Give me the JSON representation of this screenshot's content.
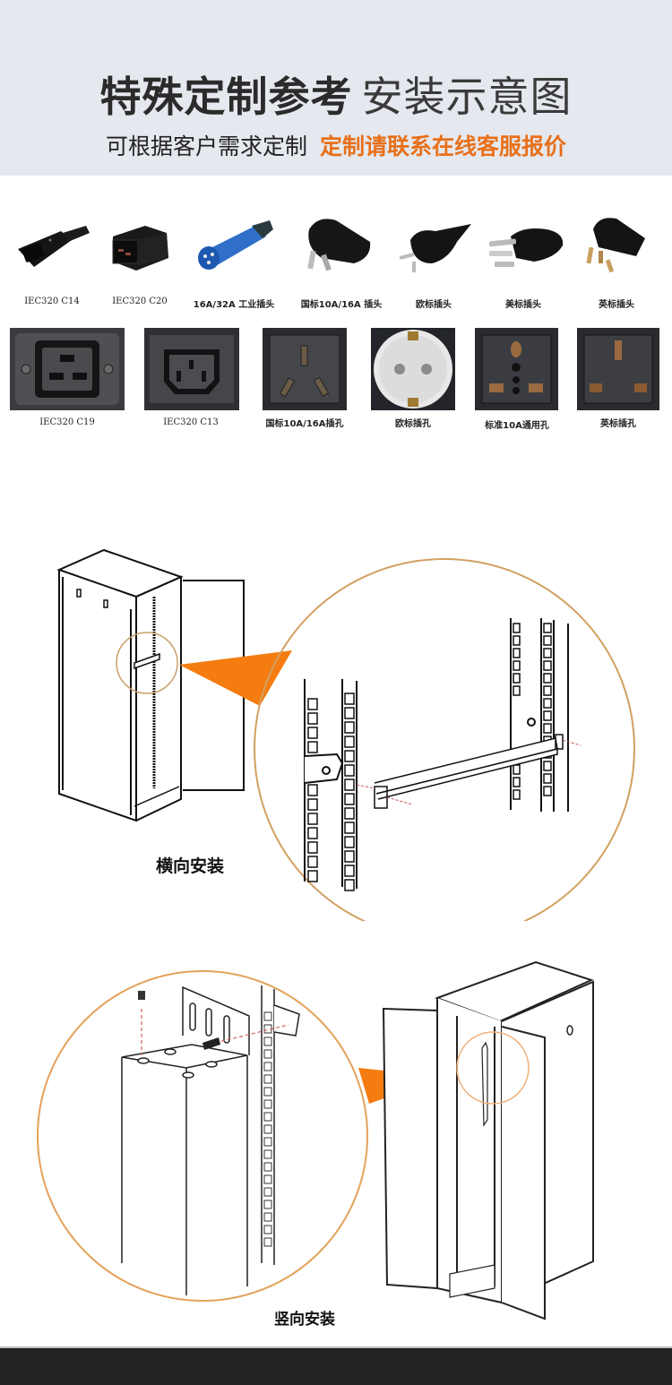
{
  "header": {
    "title_bold": "特殊定制参考",
    "title_light": "安装示意图",
    "subtitle_dark": "可根据客户需求定制",
    "subtitle_accent": "定制请联系在线客服报价",
    "accent_color": "#e8701a"
  },
  "plugs": [
    {
      "label": "IEC320 C14",
      "icon": "iec-c14-plug-icon"
    },
    {
      "label": "IEC320 C20",
      "icon": "iec-c20-plug-icon"
    },
    {
      "label": "16A/32A 工业插头",
      "icon": "industrial-plug-icon"
    },
    {
      "label": "国标10A/16A 插头",
      "icon": "cn-plug-icon"
    },
    {
      "label": "欧标插头",
      "icon": "eu-plug-icon"
    },
    {
      "label": "美标插头",
      "icon": "us-plug-icon"
    },
    {
      "label": "英标插头",
      "icon": "uk-plug-icon"
    }
  ],
  "sockets": [
    {
      "label": "IEC320 C19",
      "icon": "iec-c19-socket-icon"
    },
    {
      "label": "IEC320 C13",
      "icon": "iec-c13-socket-icon"
    },
    {
      "label": "国标10A/16A插孔",
      "icon": "cn-socket-icon"
    },
    {
      "label": "欧标插孔",
      "icon": "eu-socket-icon"
    },
    {
      "label": "标准10A通用孔",
      "icon": "universal-socket-icon"
    },
    {
      "label": "英标插孔",
      "icon": "uk-socket-icon"
    }
  ],
  "installations": {
    "horizontal_label": "横向安装",
    "vertical_label": "竖向安装"
  }
}
